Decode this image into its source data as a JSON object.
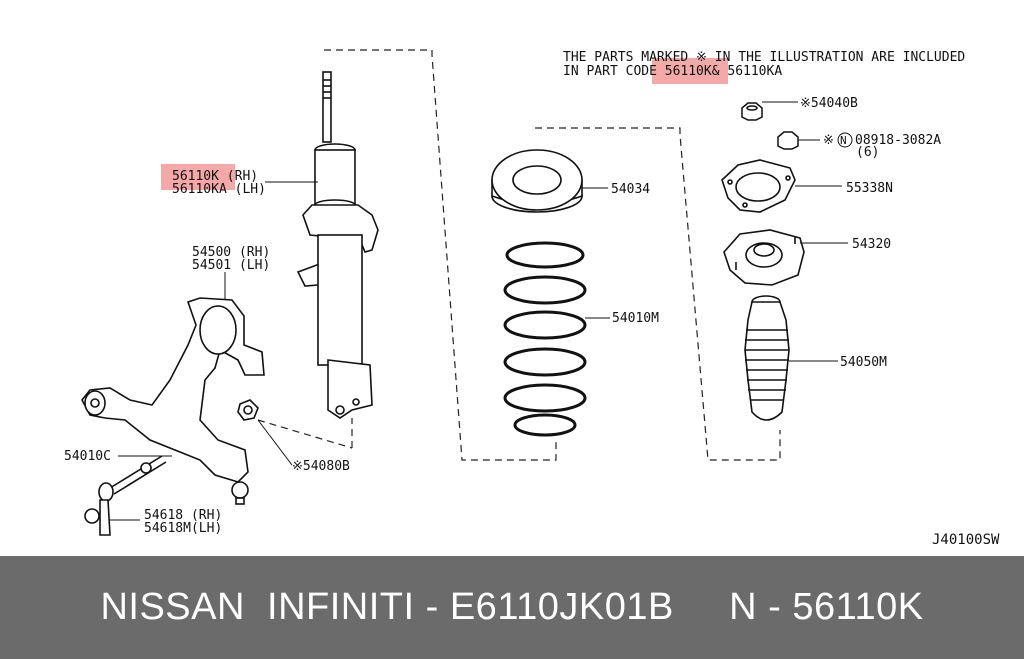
{
  "note": {
    "line1": "THE PARTS MARKED  ※  IN THE ILLUSTRATION ARE INCLUDED",
    "line2_prefix": "IN PART CODE ",
    "line2_code": "56110K",
    "line2_suffix": "& 56110KA"
  },
  "highlight_color": "#f08c8c",
  "labels": {
    "strut_rh": "56110K (RH)",
    "strut_lh": "56110KA (LH)",
    "knuckle_rh": "54500 (RH)",
    "knuckle_lh": "54501 (LH)",
    "lower_link": "54010C",
    "bushing_nut": "※54080B",
    "stabilizer_rh": "54618 (RH)",
    "stabilizer_lh": "54618M(LH)",
    "spring_seat": "54034",
    "coil_spring": "54010M",
    "nut_top": "※54040B",
    "nut_marker": "※",
    "nut_circle": "N",
    "nut_code": "08918-3082A",
    "nut_qty": "(6)",
    "insulator": "55338N",
    "mount": "54320",
    "bound_bumper": "54050M",
    "diagram_code": "J40100SW"
  },
  "footer": {
    "text": "NISSAN  INFINITI - E6110JK01B     N - 56110K"
  }
}
